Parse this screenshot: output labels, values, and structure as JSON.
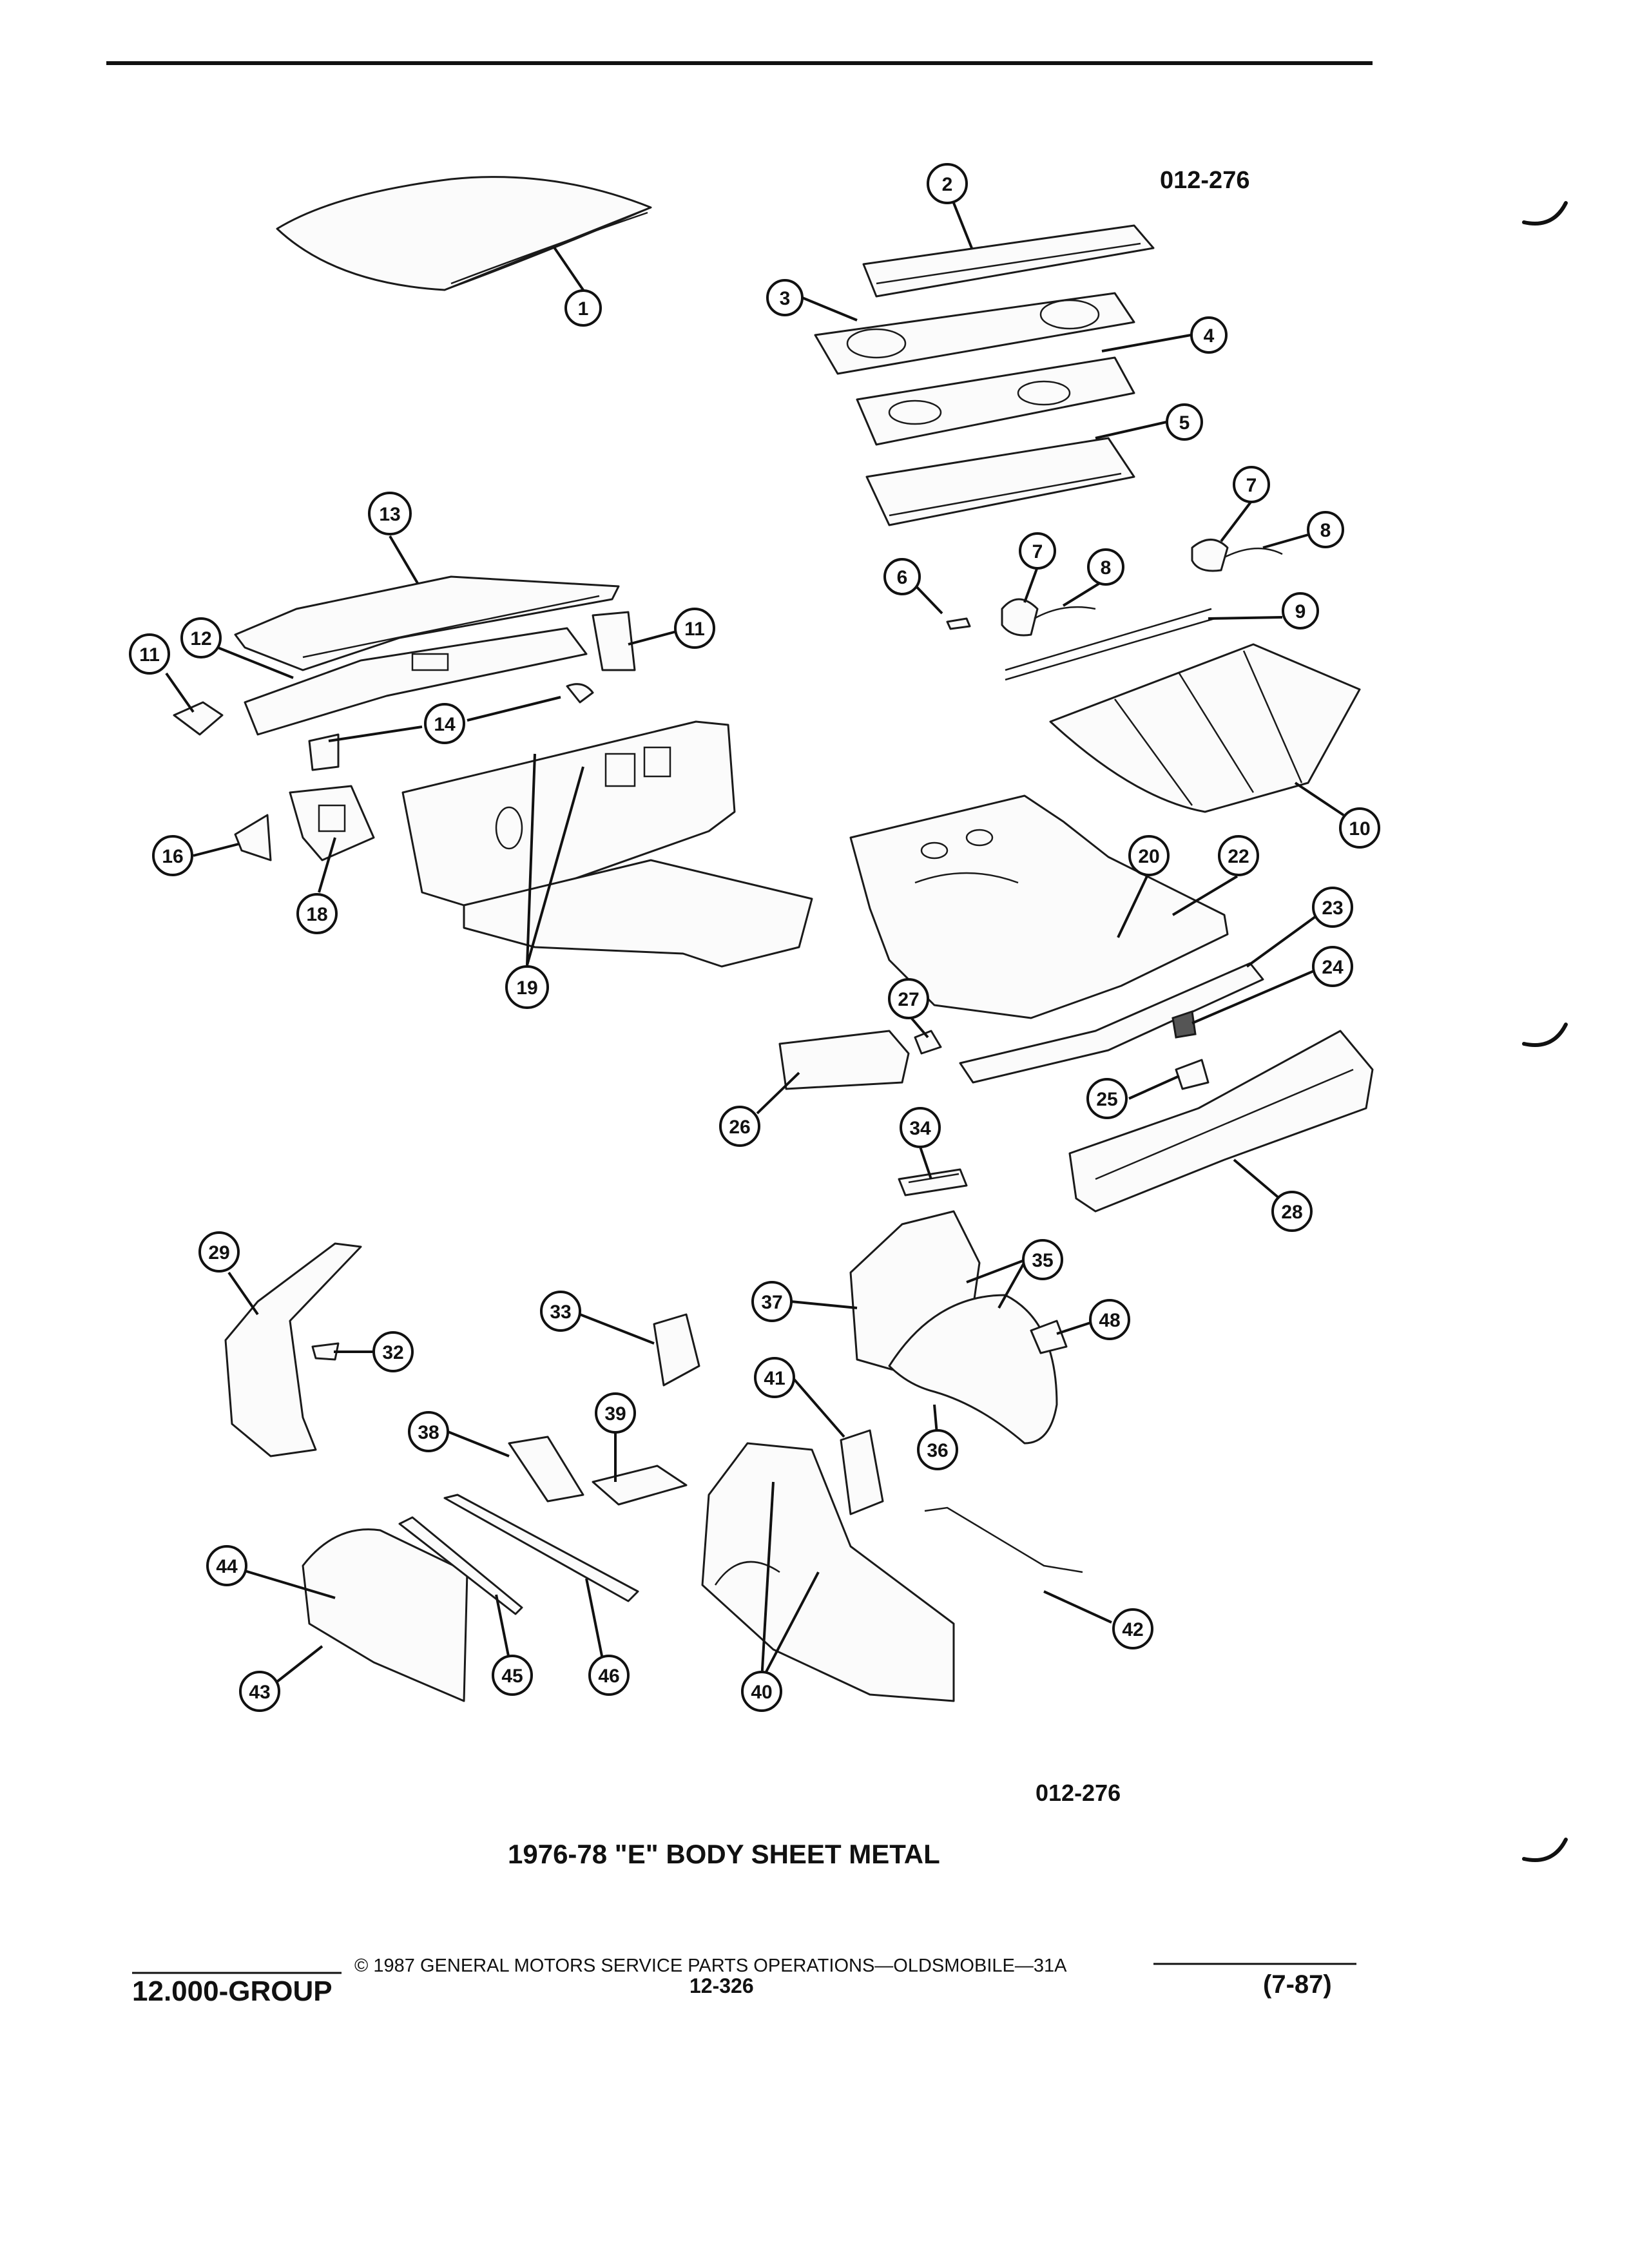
{
  "diagram_code_top": "012-276",
  "diagram_code_bottom": "012-276",
  "caption": "1976-78 \"E\" BODY SHEET METAL",
  "footer": {
    "copyright": "© 1987 GENERAL MOTORS SERVICE PARTS OPERATIONS—OLDSMOBILE—31A",
    "group": "12.000-GROUP",
    "page_number": "12-326",
    "revision": "(7-87)"
  },
  "callouts": [
    "1",
    "2",
    "3",
    "4",
    "5",
    "6",
    "7",
    "7",
    "8",
    "8",
    "9",
    "10",
    "11",
    "11",
    "12",
    "13",
    "14",
    "16",
    "18",
    "19",
    "20",
    "22",
    "23",
    "24",
    "25",
    "26",
    "27",
    "28",
    "29",
    "32",
    "33",
    "34",
    "35",
    "36",
    "37",
    "38",
    "39",
    "40",
    "41",
    "42",
    "43",
    "44",
    "45",
    "46",
    "48"
  ]
}
